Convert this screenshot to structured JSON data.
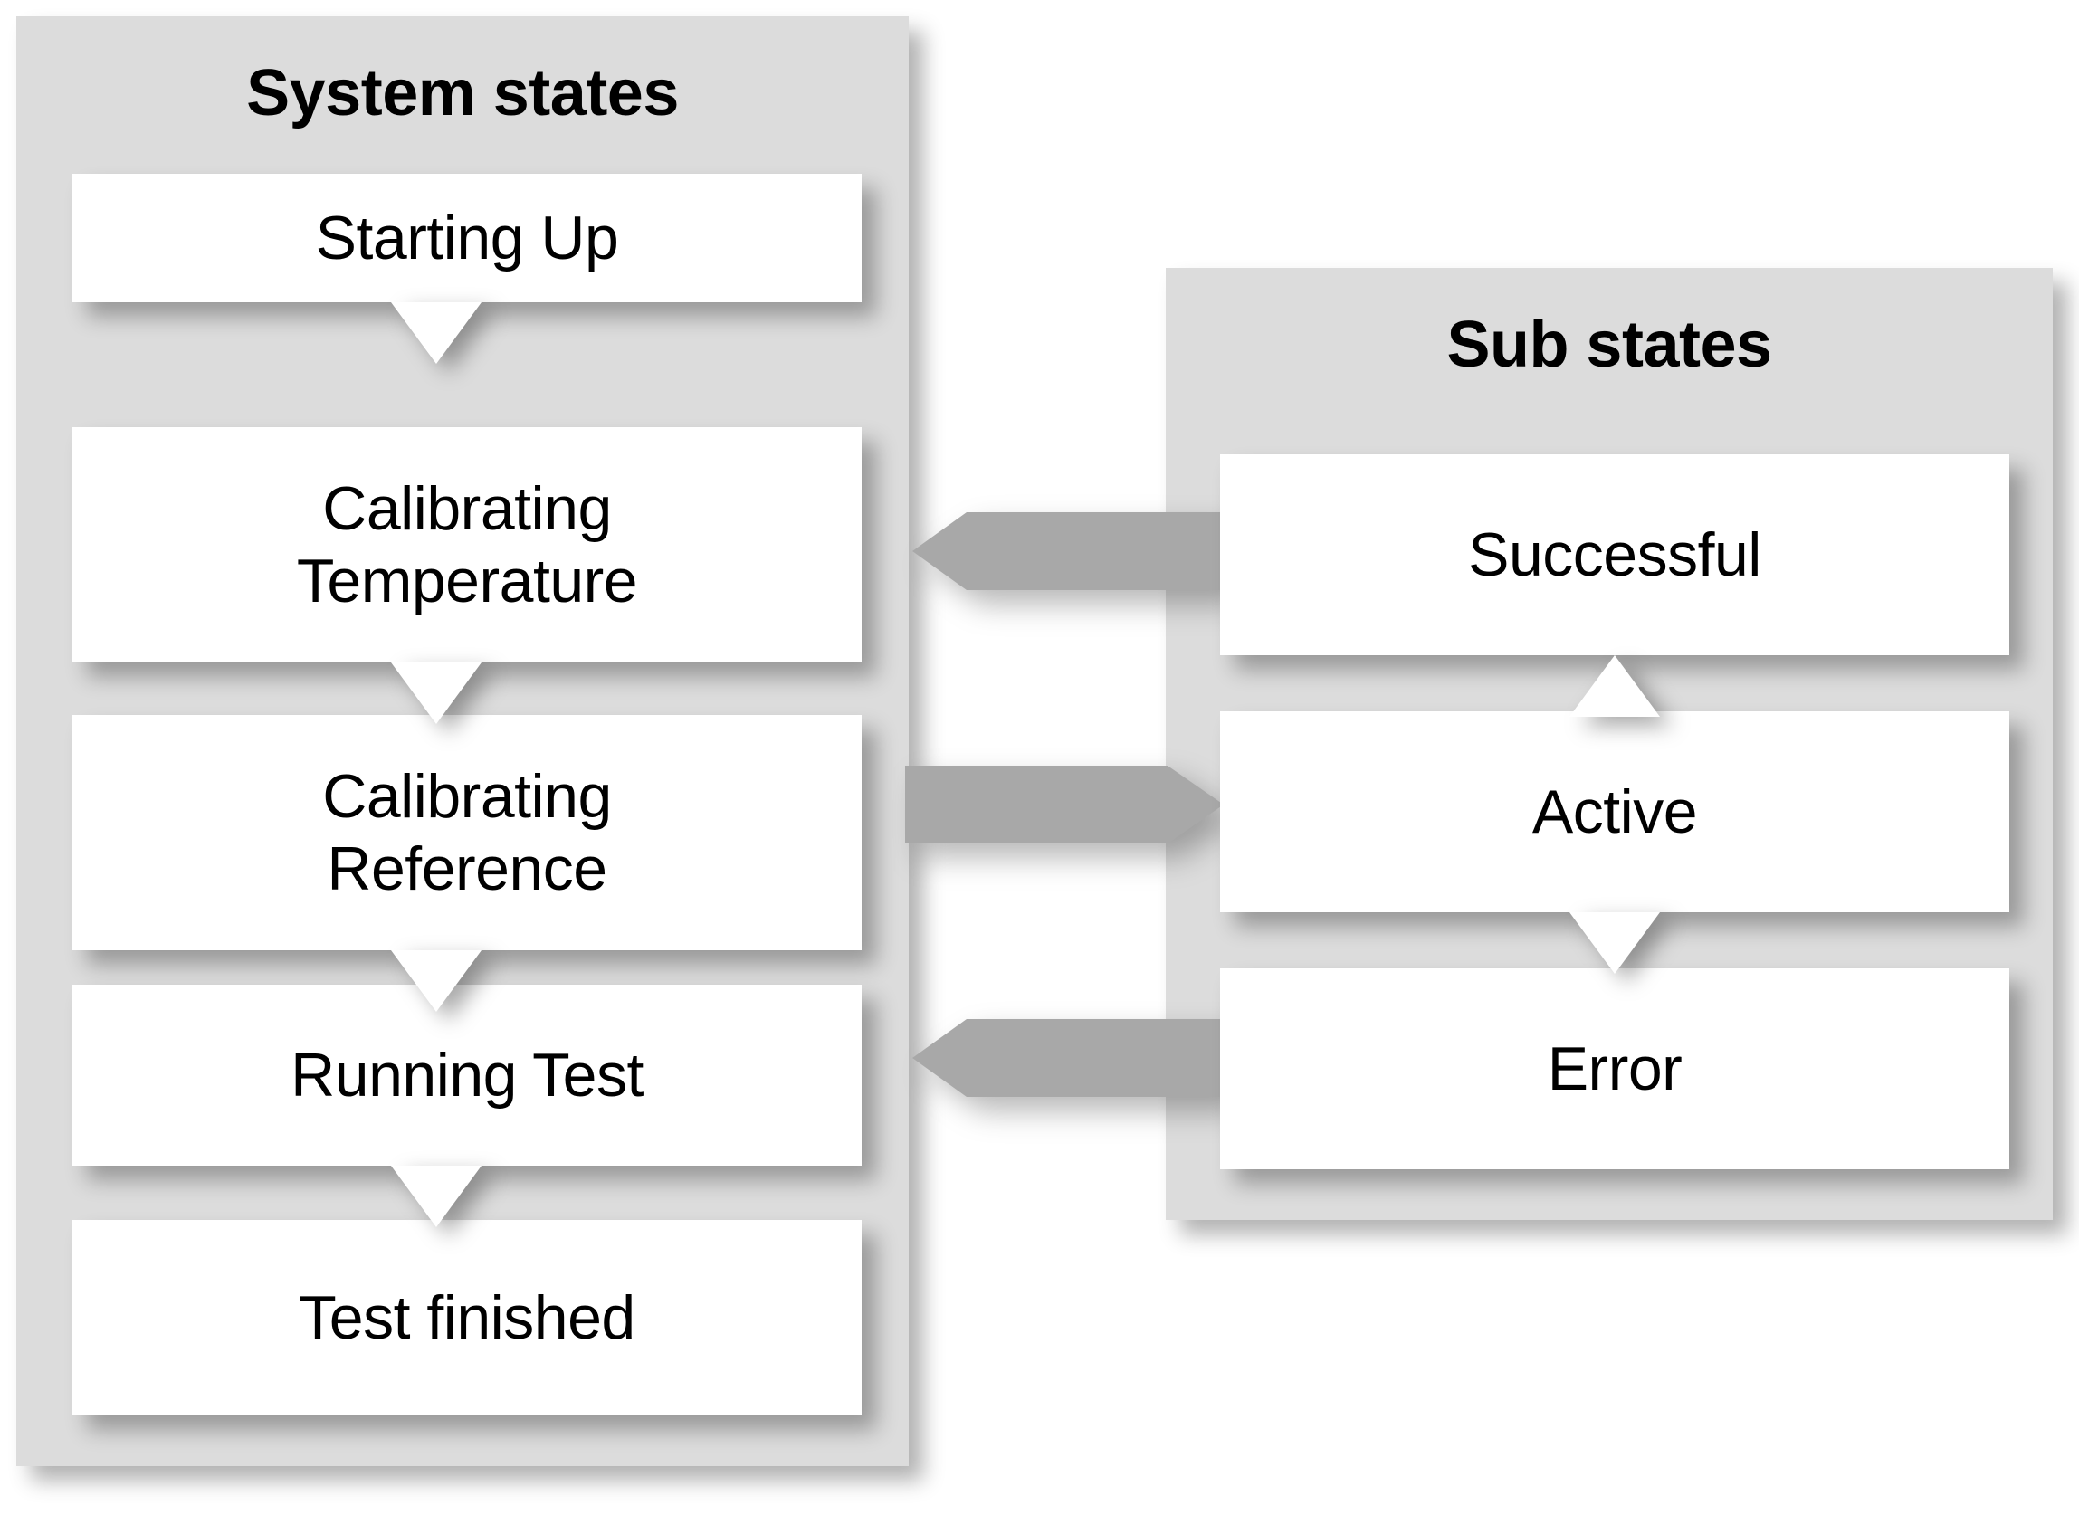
{
  "diagram": {
    "title_system": "System states",
    "title_sub": "Sub states",
    "colors": {
      "panel_fill": "#dcdcdc",
      "box_fill": "#ffffff",
      "arrow_fill": "#a8a8a8",
      "text": "#000000",
      "background": "#ffffff"
    }
  },
  "system_states": {
    "title": "System states",
    "boxes": [
      {
        "id": "starting-up",
        "label": "Starting Up"
      },
      {
        "id": "calibrating-temperature",
        "label": "Calibrating Temperature"
      },
      {
        "id": "calibrating-reference",
        "label": "Calibrating Reference"
      },
      {
        "id": "running-test",
        "label": "Running Test"
      },
      {
        "id": "test-finished",
        "label": "Test finished"
      }
    ],
    "box_lines": [
      [
        "Starting Up"
      ],
      [
        "Calibrating",
        "Temperature"
      ],
      [
        "Calibrating",
        "Reference"
      ],
      [
        "Running Test"
      ],
      [
        "Test finished"
      ]
    ],
    "flow": [
      {
        "from": "Starting Up",
        "to": "Calibrating Temperature",
        "direction": "down"
      },
      {
        "from": "Calibrating Temperature",
        "to": "Calibrating Reference",
        "direction": "down"
      },
      {
        "from": "Calibrating Reference",
        "to": "Running Test",
        "direction": "down"
      },
      {
        "from": "Running Test",
        "to": "Test finished",
        "direction": "down"
      }
    ]
  },
  "sub_states": {
    "title": "Sub states",
    "boxes": [
      {
        "id": "successful",
        "label": "Successful"
      },
      {
        "id": "active",
        "label": "Active"
      },
      {
        "id": "error",
        "label": "Error"
      }
    ],
    "flow": [
      {
        "from": "Active",
        "to": "Successful",
        "direction": "up"
      },
      {
        "from": "Active",
        "to": "Error",
        "direction": "down"
      }
    ]
  },
  "cross_arrows": [
    {
      "id": "successful-to-calibrating-temperature",
      "from": "Successful",
      "to": "Calibrating Temperature",
      "direction": "left"
    },
    {
      "id": "calibrating-reference-to-active",
      "from": "Calibrating Reference",
      "to": "Active",
      "direction": "right"
    },
    {
      "id": "error-to-running-test",
      "from": "Error",
      "to": "Running Test",
      "direction": "left"
    }
  ]
}
